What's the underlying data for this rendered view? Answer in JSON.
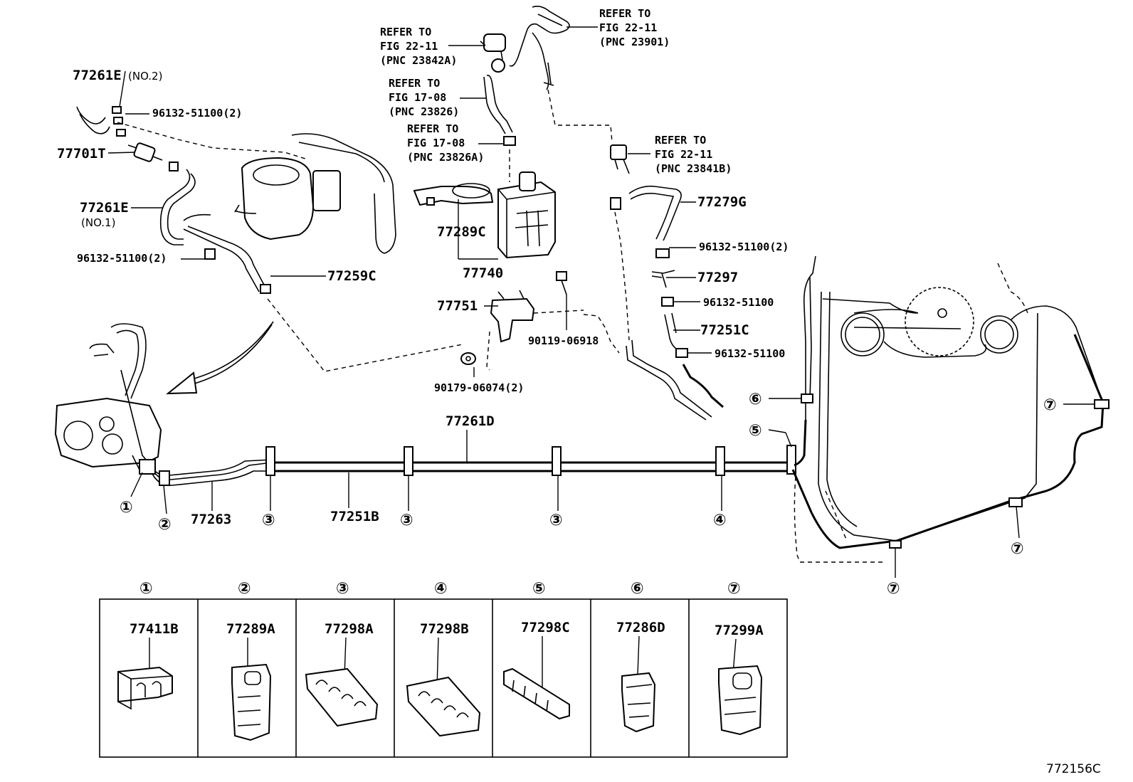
{
  "diagram_code": "772156C",
  "refer": {
    "r1": [
      "REFER TO",
      "FIG 22-11",
      "(PNC 23842A)"
    ],
    "r2": [
      "REFER TO",
      "FIG 22-11",
      "(PNC 23901)"
    ],
    "r3": [
      "REFER TO",
      "FIG 17-08",
      "(PNC 23826)"
    ],
    "r4": [
      "REFER TO",
      "FIG 17-08",
      "(PNC 23826A)"
    ],
    "r5": [
      "REFER TO",
      "FIG 22-11",
      "(PNC 23841B)"
    ]
  },
  "parts": {
    "p77261E_no2": "77261E",
    "p77261E_no2_note": "(NO.2)",
    "clip_a": "96132-51100(2)",
    "p77701T": "77701T",
    "p77261E_no1": "77261E",
    "p77261E_no1_note": "(NO.1)",
    "clip_b": "96132-51100(2)",
    "p77259C": "77259C",
    "p77289C": "77289C",
    "p77740": "77740",
    "p77751": "77751",
    "p90119": "90119-06918",
    "p90179": "90179-06074(2)",
    "p77279G": "77279G",
    "clip_c": "96132-51100(2)",
    "p77297": "77297",
    "clip_d": "96132-51100",
    "p77251C": "77251C",
    "clip_e": "96132-51100",
    "p77261D": "77261D",
    "p77263": "77263",
    "p77251B": "77251B"
  },
  "callouts": [
    "①",
    "②",
    "③",
    "③",
    "③",
    "④",
    "⑤",
    "⑥",
    "⑦",
    "⑦",
    "⑦"
  ],
  "legend": [
    {
      "num": "①",
      "part": "77411B"
    },
    {
      "num": "②",
      "part": "77289A"
    },
    {
      "num": "③",
      "part": "77298A"
    },
    {
      "num": "④",
      "part": "77298B"
    },
    {
      "num": "⑤",
      "part": "77298C"
    },
    {
      "num": "⑥",
      "part": "77286D"
    },
    {
      "num": "⑦",
      "part": "77299A"
    }
  ]
}
